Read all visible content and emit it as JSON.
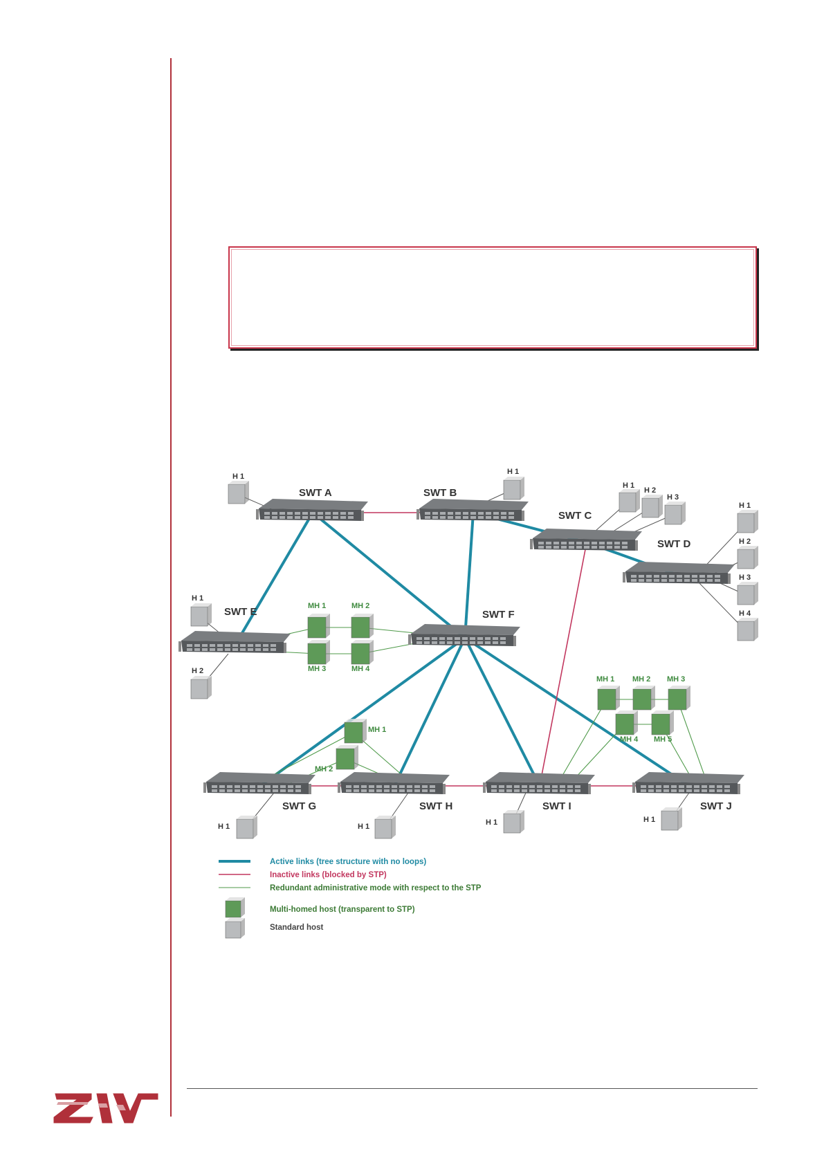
{
  "colors": {
    "active": "#1f8aa3",
    "inactive": "#c2375f",
    "redundant": "#4f9a4a",
    "multihomed": "#5e9a58",
    "standard": "#b9bbbd",
    "switch": "#55585b",
    "logo": "#b0303a"
  },
  "switches": [
    {
      "id": "A",
      "label": "SWT A"
    },
    {
      "id": "B",
      "label": "SWT B"
    },
    {
      "id": "C",
      "label": "SWT C"
    },
    {
      "id": "D",
      "label": "SWT D"
    },
    {
      "id": "E",
      "label": "SWT E"
    },
    {
      "id": "F",
      "label": "SWT F"
    },
    {
      "id": "G",
      "label": "SWT G"
    },
    {
      "id": "H",
      "label": "SWT H"
    },
    {
      "id": "I",
      "label": "SWT I"
    },
    {
      "id": "J",
      "label": "SWT J"
    }
  ],
  "standard_hosts": [
    {
      "id": "A_H1",
      "label": "H 1",
      "switch": "A"
    },
    {
      "id": "B_H1",
      "label": "H 1",
      "switch": "B"
    },
    {
      "id": "C_H1",
      "label": "H 1",
      "switch": "C"
    },
    {
      "id": "C_H2",
      "label": "H 2",
      "switch": "C"
    },
    {
      "id": "C_H3",
      "label": "H 3",
      "switch": "C"
    },
    {
      "id": "D_H1",
      "label": "H 1",
      "switch": "D"
    },
    {
      "id": "D_H2",
      "label": "H 2",
      "switch": "D"
    },
    {
      "id": "D_H3",
      "label": "H 3",
      "switch": "D"
    },
    {
      "id": "D_H4",
      "label": "H 4",
      "switch": "D"
    },
    {
      "id": "E_H1",
      "label": "H 1",
      "switch": "E"
    },
    {
      "id": "E_H2",
      "label": "H 2",
      "switch": "E"
    },
    {
      "id": "G_H1",
      "label": "H 1",
      "switch": "G"
    },
    {
      "id": "H_H1",
      "label": "H 1",
      "switch": "H"
    },
    {
      "id": "I_H1",
      "label": "H 1",
      "switch": "I"
    },
    {
      "id": "J_H1",
      "label": "H 1",
      "switch": "J"
    }
  ],
  "multihomed_hosts": [
    {
      "id": "EF_MH1",
      "label": "MH 1"
    },
    {
      "id": "EF_MH2",
      "label": "MH 2"
    },
    {
      "id": "EF_MH3",
      "label": "MH 3"
    },
    {
      "id": "EF_MH4",
      "label": "MH 4"
    },
    {
      "id": "GH_MH1",
      "label": "MH 1"
    },
    {
      "id": "GH_MH2",
      "label": "MH 2"
    },
    {
      "id": "IJ_MH1",
      "label": "MH 1"
    },
    {
      "id": "IJ_MH2",
      "label": "MH 2"
    },
    {
      "id": "IJ_MH3",
      "label": "MH 3"
    },
    {
      "id": "IJ_MH4",
      "label": "MH 4"
    },
    {
      "id": "IJ_MH5",
      "label": "MH 5"
    }
  ],
  "links": [
    {
      "from": "A",
      "to": "E",
      "type": "active"
    },
    {
      "from": "A",
      "to": "F",
      "type": "active"
    },
    {
      "from": "B",
      "to": "F",
      "type": "active"
    },
    {
      "from": "B",
      "to": "C",
      "type": "active"
    },
    {
      "from": "C",
      "to": "D",
      "type": "active"
    },
    {
      "from": "F",
      "to": "G",
      "type": "active"
    },
    {
      "from": "F",
      "to": "H",
      "type": "active"
    },
    {
      "from": "F",
      "to": "I",
      "type": "active"
    },
    {
      "from": "F",
      "to": "J",
      "type": "active"
    },
    {
      "from": "A",
      "to": "B",
      "type": "inactive"
    },
    {
      "from": "C",
      "to": "I",
      "type": "inactive"
    },
    {
      "from": "G",
      "to": "H",
      "type": "inactive"
    },
    {
      "from": "H",
      "to": "I",
      "type": "inactive"
    },
    {
      "from": "I",
      "to": "J",
      "type": "inactive"
    }
  ],
  "legend": {
    "active": "Active links (tree structure with no loops)",
    "inactive": "Inactive links (blocked by STP)",
    "redundant": "Redundant administrative mode with respect to the STP",
    "multihomed": "Multi-homed host (transparent to STP)",
    "standard": "Standard host"
  }
}
